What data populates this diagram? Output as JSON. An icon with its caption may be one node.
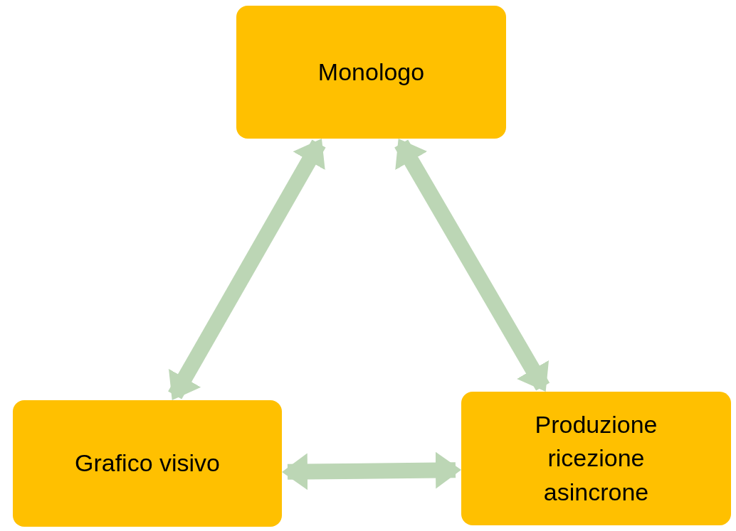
{
  "diagram": {
    "nodes": [
      {
        "text": [
          "Monologo"
        ]
      },
      {
        "text": [
          "Grafico visivo"
        ]
      },
      {
        "text": [
          "Produzione ricezione asincrone"
        ]
      }
    ],
    "edges": [
      {
        "from": 0,
        "to": 1,
        "arrow": "both"
      },
      {
        "from": 0,
        "to": 2,
        "arrow": "both"
      },
      {
        "from": 1,
        "to": 2,
        "arrow": "both"
      }
    ]
  }
}
